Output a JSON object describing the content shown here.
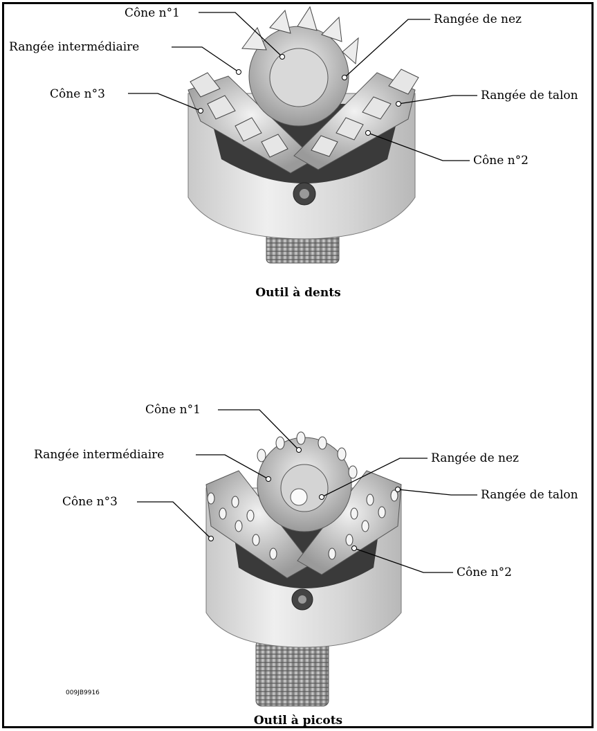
{
  "top_figure": {
    "caption": "Outil à dents",
    "labels": {
      "cone1": "Cône n°1",
      "nose_row": "Rangée de nez",
      "middle_row": "Rangée intermédiaire",
      "cone3": "Cône n°3",
      "heel_row": "Rangée de talon",
      "cone2": "Cône n°2"
    }
  },
  "bottom_figure": {
    "caption": "Outil à picots",
    "labels": {
      "cone1": "Cône n°1",
      "middle_row": "Rangée intermédiaire",
      "nose_row": "Rangée de nez",
      "cone3": "Cône n°3",
      "heel_row": "Rangée de talon",
      "cone2": "Cône n°2"
    }
  },
  "reference_code": "009JB9916"
}
